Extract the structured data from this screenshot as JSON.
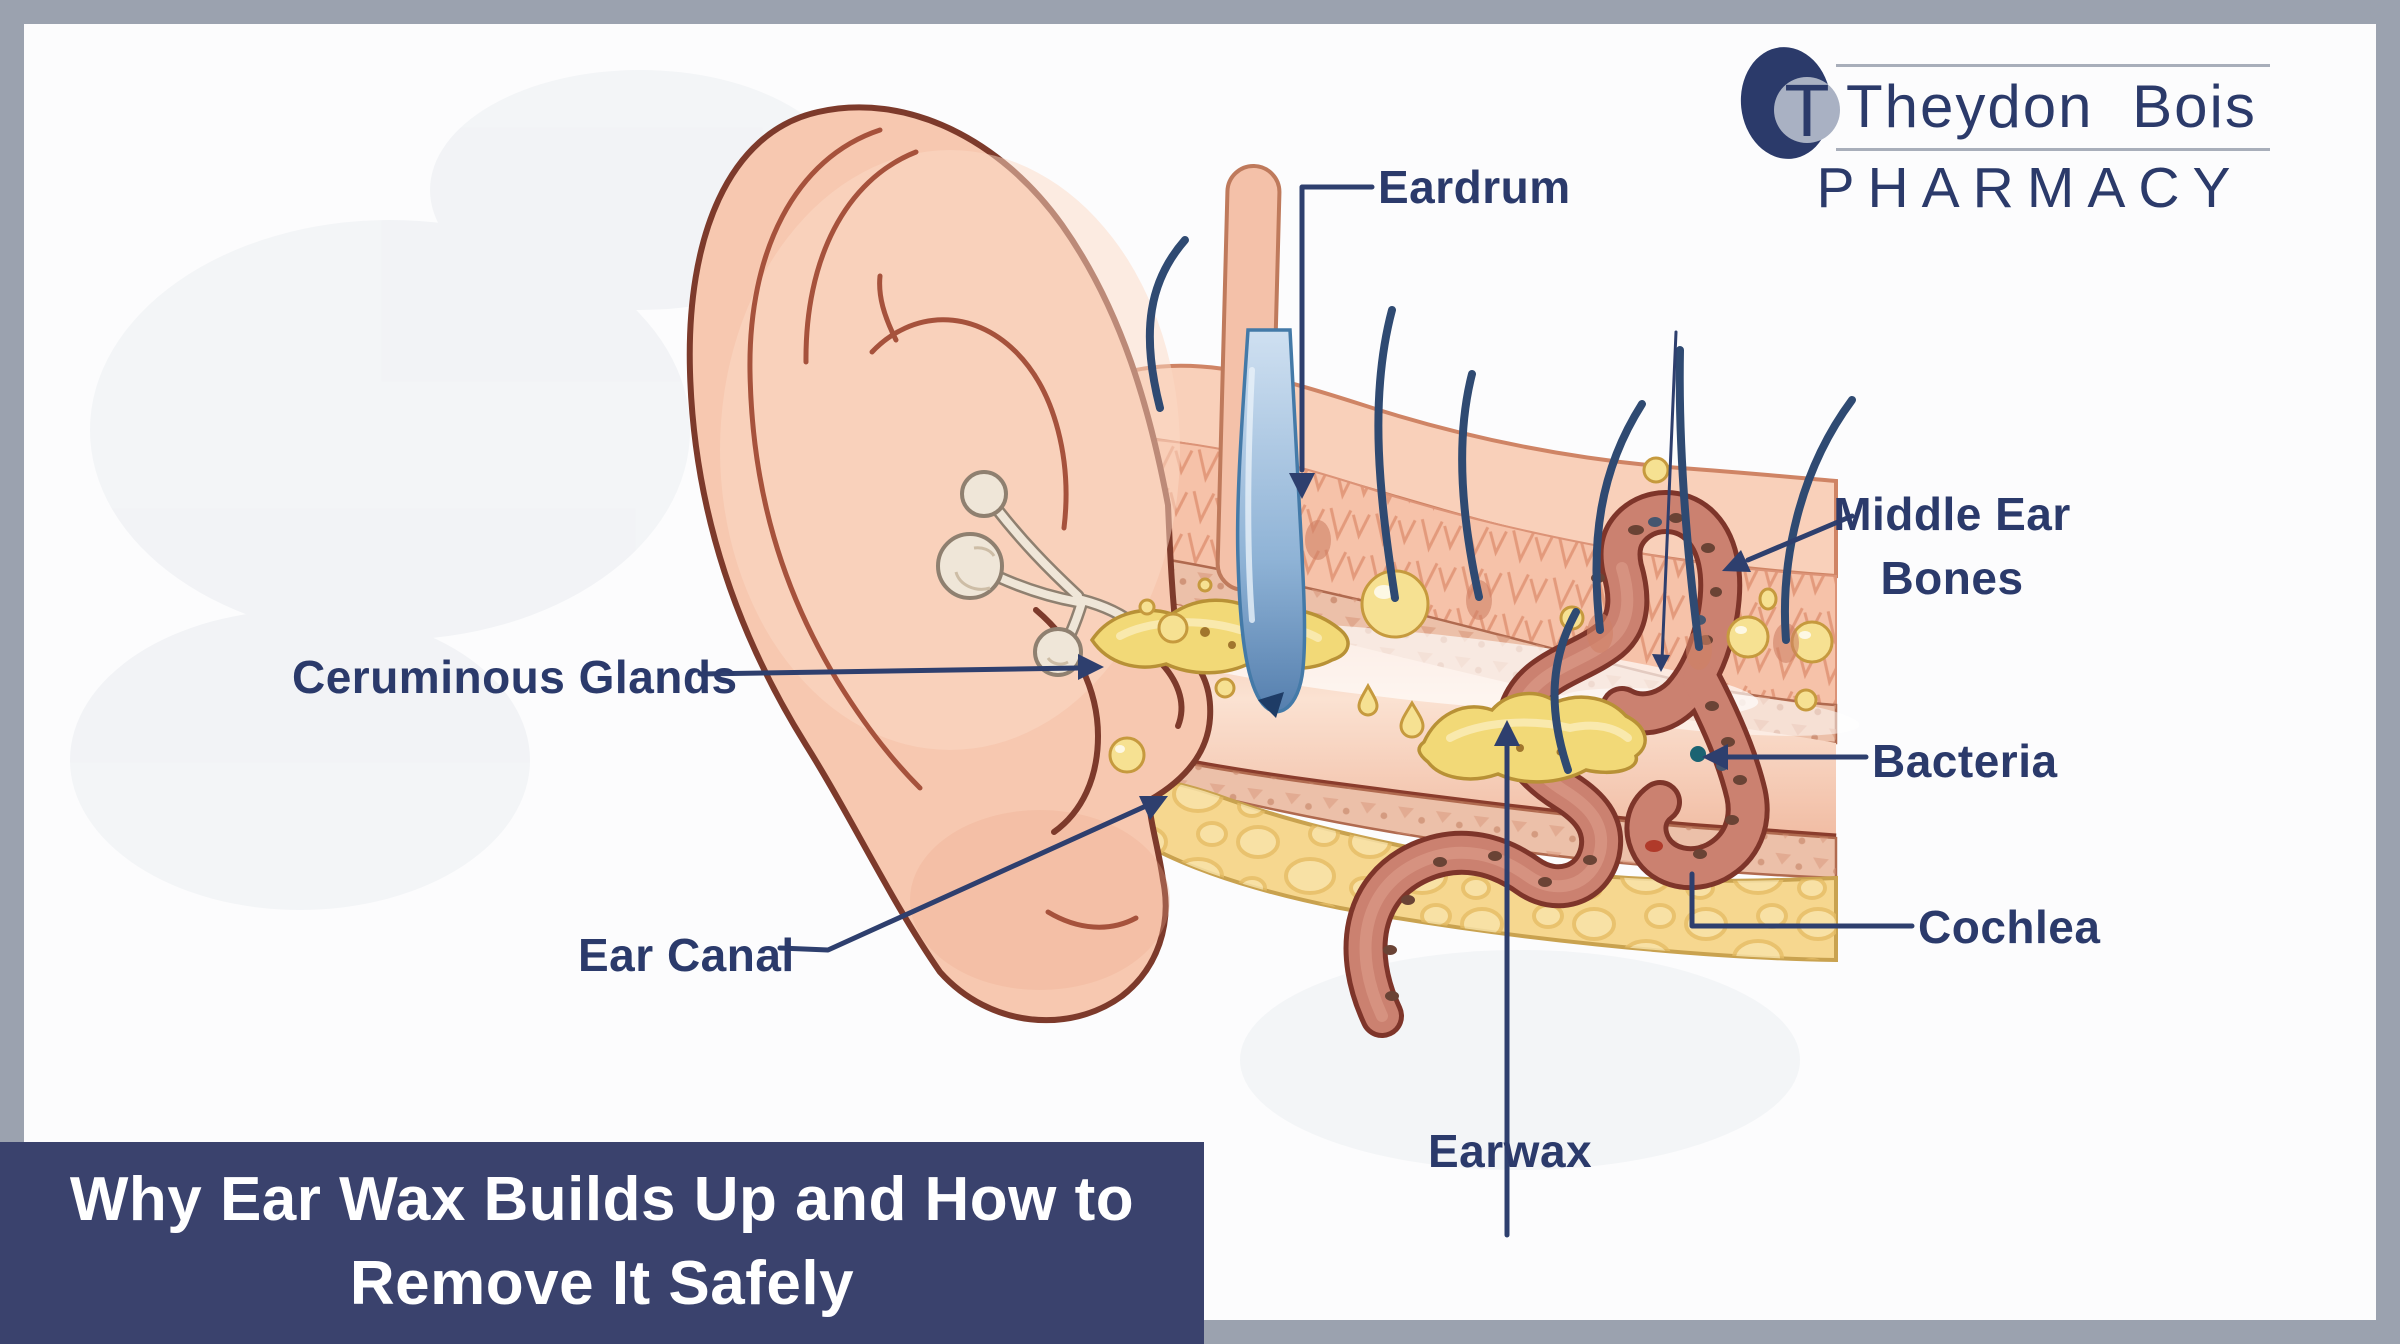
{
  "frame": {
    "border_color": "#9ba2af",
    "canvas_color": "#fcfcfd"
  },
  "logo": {
    "monogram": "T",
    "name": "Theydon Bois",
    "subtitle": "PHARMACY",
    "navy": "#2b3a6a",
    "disc_gray": "#a9b1c3"
  },
  "title_banner": {
    "line1": "Why Ear Wax Builds Up and How to",
    "line2": "Remove It Safely",
    "bg_color": "#3a426d",
    "text_color": "#ffffff"
  },
  "diagram": {
    "label_color": "#2b3a6b",
    "leader_color": "#2e3f6e",
    "labels": [
      {
        "id": "eardrum",
        "text": "Eardrum"
      },
      {
        "id": "middle-ear-bones",
        "text": "Middle Ear Bones"
      },
      {
        "id": "bacteria",
        "text": "Bacteria"
      },
      {
        "id": "cochlea",
        "text": "Cochlea"
      },
      {
        "id": "earwax",
        "text": "Earwax"
      },
      {
        "id": "ear-canal",
        "text": "Ear Canal"
      },
      {
        "id": "ceruminous-glands",
        "text": "Ceruminous Glands"
      }
    ],
    "colors": {
      "skin": "#f7c8b0",
      "skin_outline": "#7d3a2b",
      "bone_yellow": "#f6d78f",
      "wax_yellow": "#f2d977",
      "ossicle_pink": "#cb8170",
      "hair_blue": "#2f4a72",
      "gland_beige": "#efe6d8",
      "drop_blue": "#7fa8cf"
    }
  }
}
